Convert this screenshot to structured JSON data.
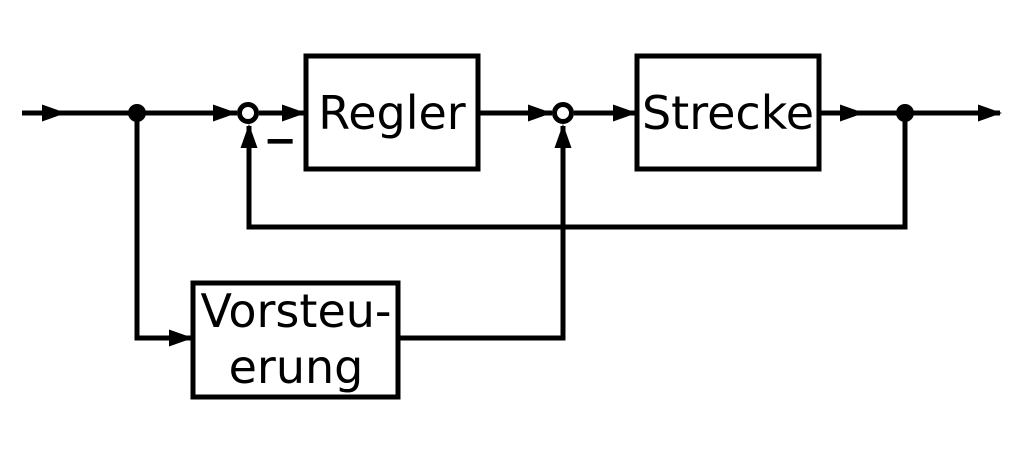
{
  "colors": {
    "line": "#000000",
    "background": "#ffffff",
    "block_fill": "#ffffff"
  },
  "diagram": {
    "type": "control-loop-block-diagram",
    "blocks": {
      "regler": {
        "label": "Regler"
      },
      "strecke": {
        "label": "Strecke"
      },
      "vorsteuerung": {
        "label_line1": "Vorsteu-",
        "label_line2": "erung"
      }
    },
    "summing_junctions": {
      "sum1": {
        "sign": "−"
      },
      "sum2": {
        "sign": ""
      }
    }
  }
}
